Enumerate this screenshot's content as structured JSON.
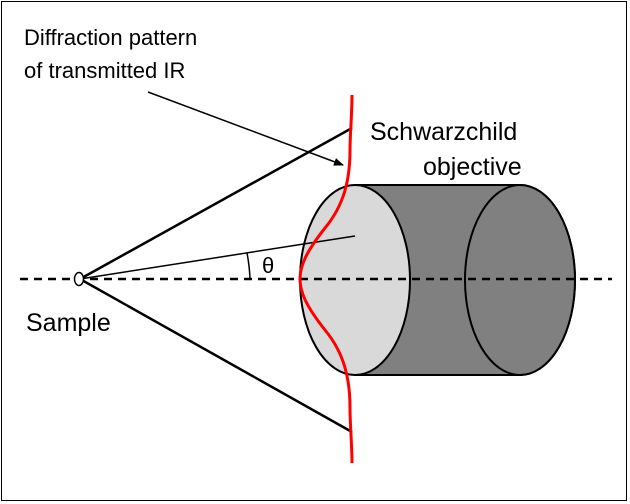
{
  "labels": {
    "diffraction_line1": "Diffraction pattern",
    "diffraction_line2": "of transmitted IR",
    "objective_line1": "Schwarzchild",
    "objective_line2": "objective",
    "theta": "θ",
    "sample": "Sample"
  },
  "colors": {
    "outline": "#000000",
    "front_face": "#d9d9d9",
    "cylinder_body": "#808080",
    "diffraction_curve": "#ff0000"
  },
  "icons": {
    "sample": "small-ellipse"
  }
}
